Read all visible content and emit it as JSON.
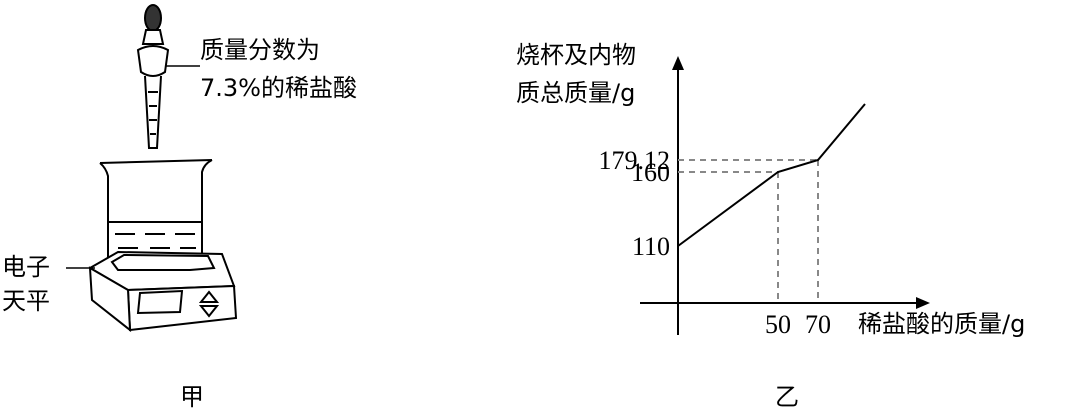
{
  "left_figure": {
    "dropper_label_line1": "质量分数为",
    "dropper_label_line2": "7.3%的稀盐酸",
    "balance_label_line1": "电子",
    "balance_label_line2": "天平",
    "caption": "甲"
  },
  "right_figure": {
    "ylabel_line1": "烧杯及内物",
    "ylabel_line2": "质总质量/g",
    "xlabel": "稀盐酸的质量/g",
    "caption": "乙"
  },
  "chart_data": {
    "type": "line",
    "ylabel": "烧杯及内物质总质量/g",
    "xlabel": "稀盐酸的质量/g",
    "points": [
      {
        "x": 0,
        "y": 110
      },
      {
        "x": 50,
        "y": 160
      },
      {
        "x": 70,
        "y": 179.12
      }
    ],
    "continues_after_last_point": true,
    "x_ticks": [
      "50",
      "70"
    ],
    "y_ticks": [
      "110",
      "160",
      "179.12"
    ],
    "dashed_guides_to": [
      50,
      70
    ]
  }
}
